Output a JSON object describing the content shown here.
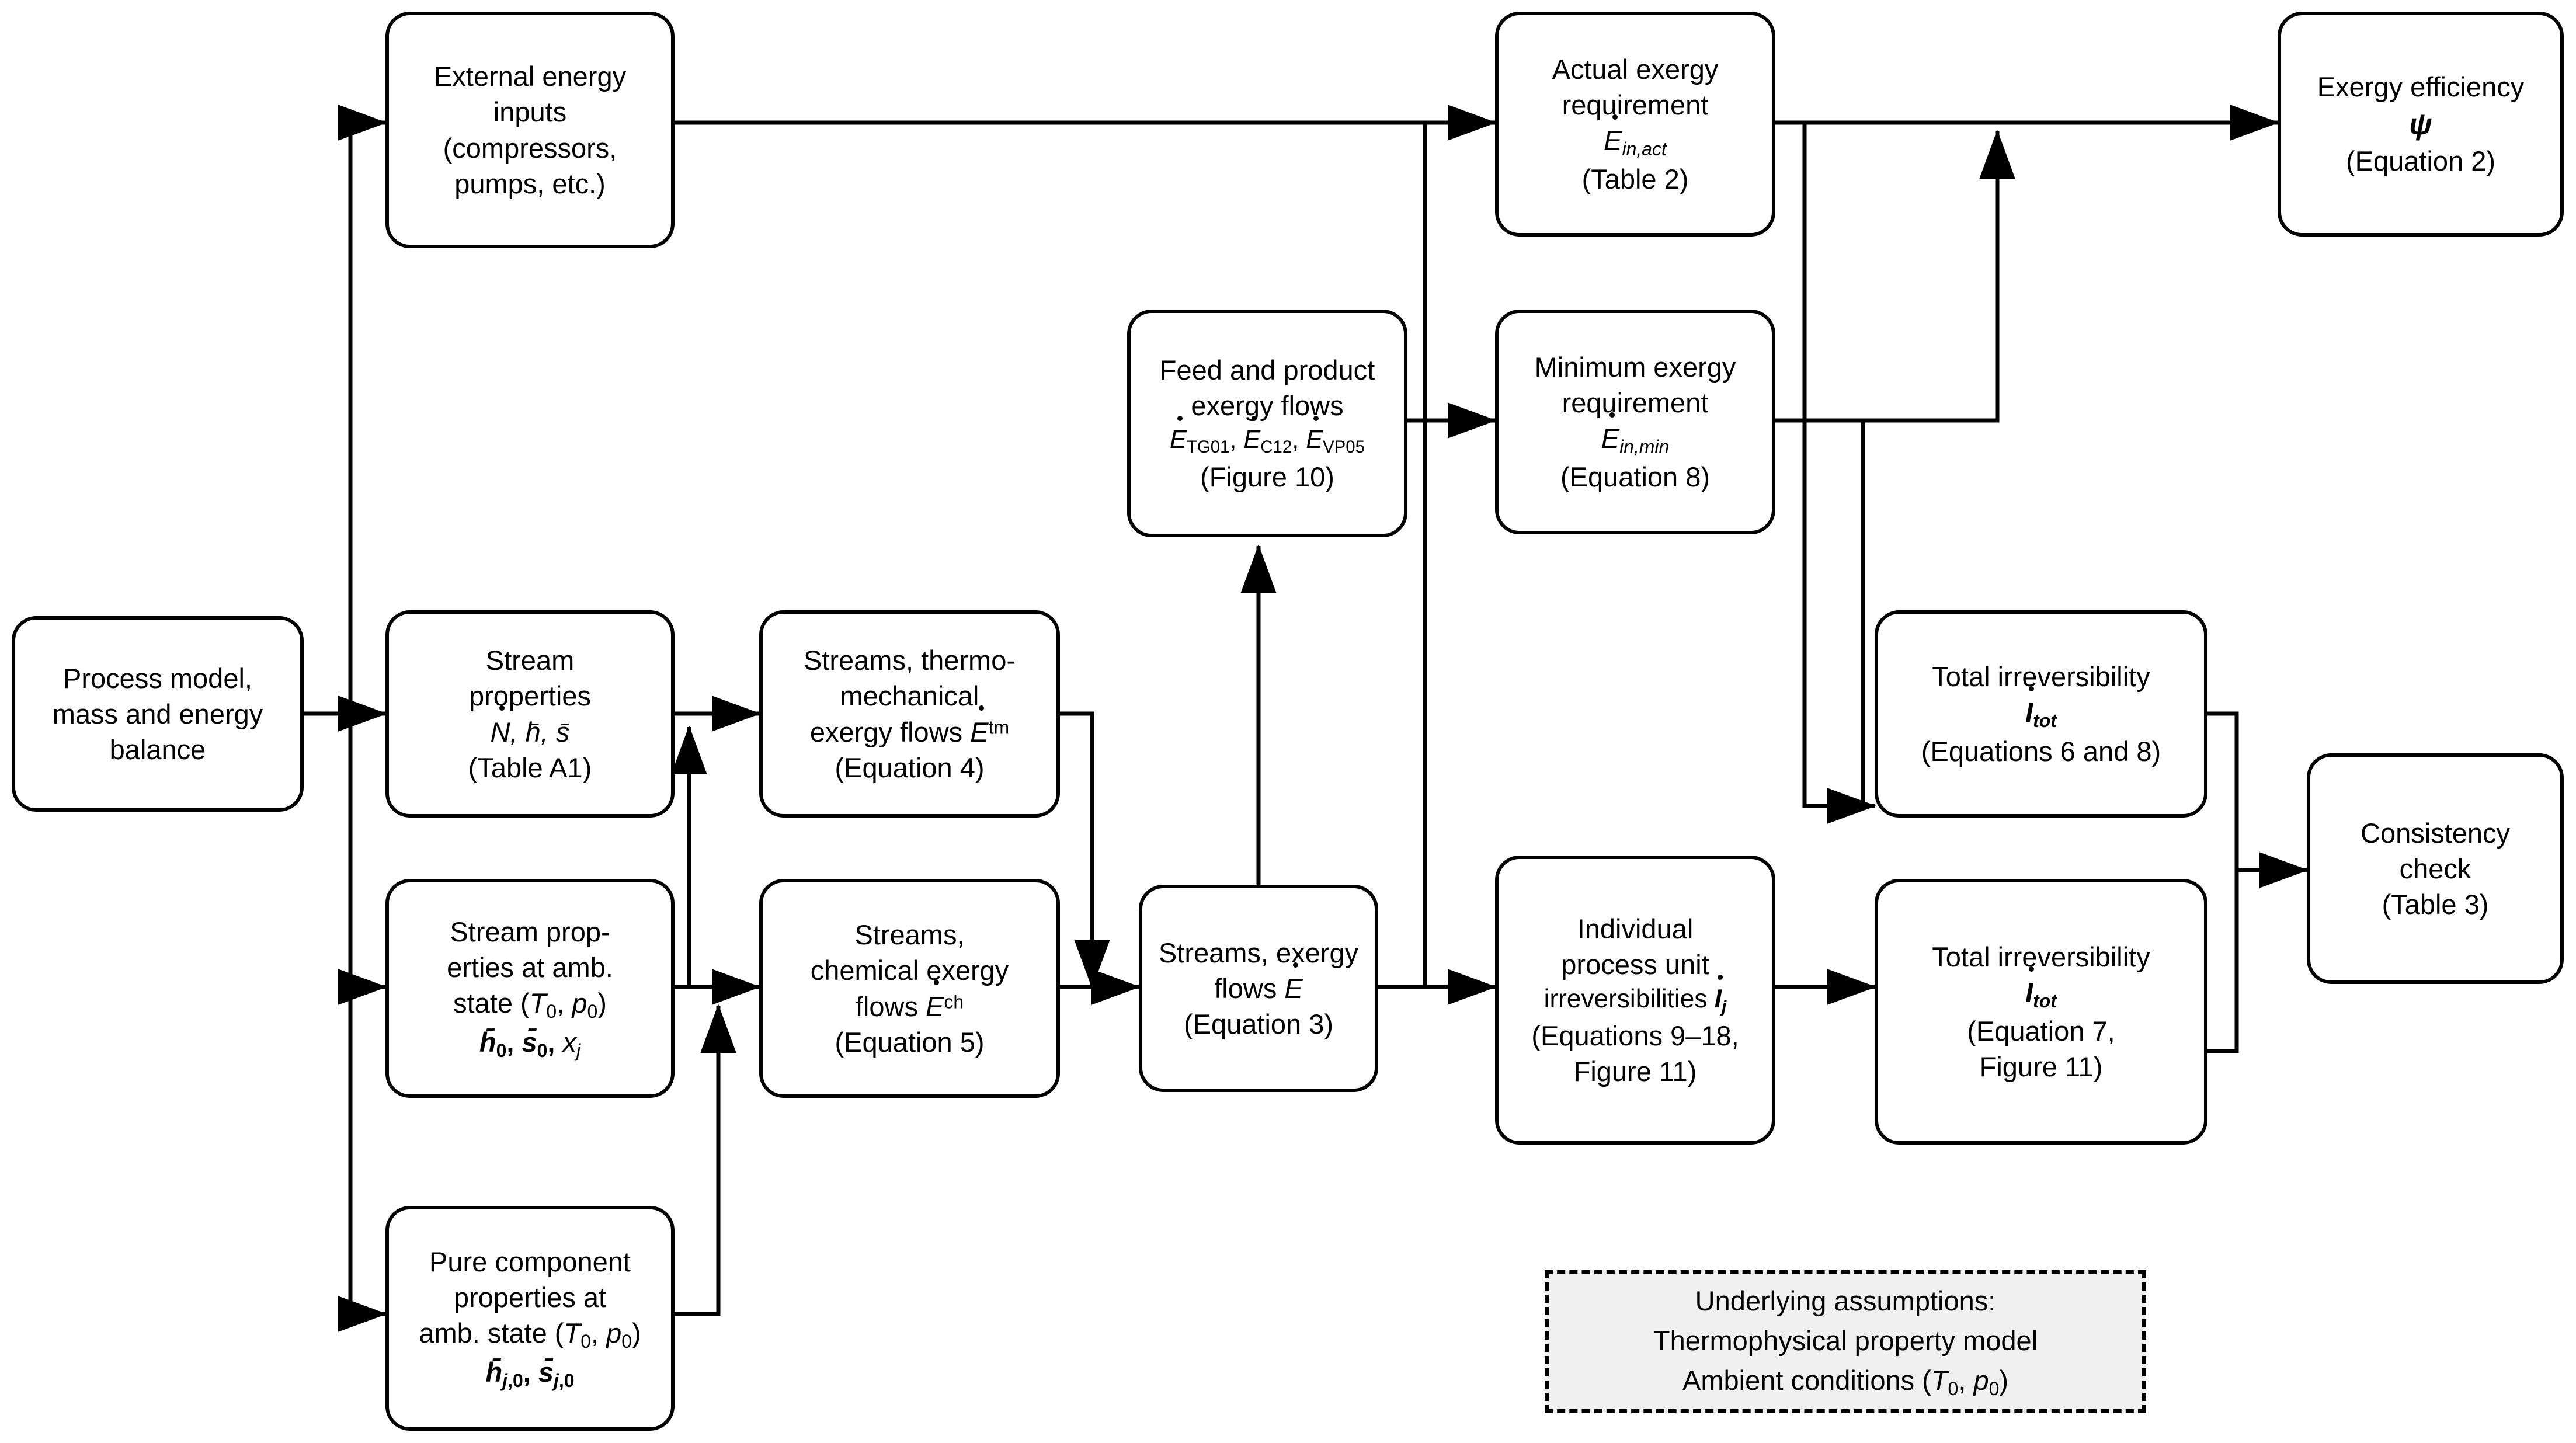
{
  "diagram": {
    "title": "Exergy analysis calculation workflow",
    "stroke_color": "#000000",
    "node_fill": "#ffffff",
    "assumption_fill": "#f0f0f0"
  },
  "nodes": {
    "process_model": {
      "name": "process-model",
      "lines": [
        "Process model,",
        "mass and energy",
        "balance"
      ]
    },
    "external_energy": {
      "name": "external-energy-inputs",
      "lines": [
        "External energy",
        "inputs",
        "(compressors,",
        "pumps, etc.)"
      ]
    },
    "stream_properties": {
      "name": "stream-properties",
      "lines": [
        "Stream",
        "properties",
        "Ṅ, h̄, s̄",
        "(Table A1)"
      ],
      "symbols": "Ṅ, h̄, s̄",
      "reference": "(Table A1)"
    },
    "stream_properties_amb": {
      "name": "stream-properties-ambient",
      "lines": [
        "Stream prop-",
        "erties at amb.",
        "state (T0, p0)",
        "h̄0, s̄0, xj"
      ],
      "reference": ""
    },
    "pure_component": {
      "name": "pure-component-properties",
      "lines": [
        "Pure component",
        "properties at",
        "amb. state (T0, p0)",
        "h̄j,0, s̄j,0"
      ]
    },
    "thermo_mech": {
      "name": "thermo-mechanical-exergy-flows",
      "lines": [
        "Streams, thermo-",
        "mechanical",
        "exergy flows Ėtm",
        "(Equation 4)"
      ],
      "reference": "(Equation 4)"
    },
    "chemical_exergy": {
      "name": "chemical-exergy-flows",
      "lines": [
        "Streams,",
        "chemical exergy",
        "flows Ėch",
        "(Equation 5)"
      ],
      "reference": "(Equation 5)"
    },
    "streams_exergy": {
      "name": "streams-exergy-flows",
      "lines": [
        "Streams, exergy",
        "flows Ė",
        "(Equation 3)"
      ],
      "reference": "(Equation 3)"
    },
    "feed_product": {
      "name": "feed-and-product-exergy-flows",
      "lines": [
        "Feed and product",
        "exergy flows",
        "ĖTG01, ĖC12, ĖVP05",
        "(Figure 10)"
      ],
      "reference": "(Figure 10)"
    },
    "actual_exergy": {
      "name": "actual-exergy-requirement",
      "lines": [
        "Actual exergy",
        "requirement",
        "Ėin,act",
        "(Table 2)"
      ],
      "reference": "(Table 2)"
    },
    "minimum_exergy": {
      "name": "minimum-exergy-requirement",
      "lines": [
        "Minimum exergy",
        "requirement",
        "Ėin,min",
        "(Equation 8)"
      ],
      "reference": "(Equation 8)"
    },
    "exergy_efficiency": {
      "name": "exergy-efficiency",
      "lines": [
        "Exergy efficiency",
        "ψ",
        "(Equation 2)"
      ],
      "symbol": "ψ",
      "reference": "(Equation 2)"
    },
    "individual_irrev": {
      "name": "individual-process-unit-irreversibilities",
      "lines": [
        "Individual",
        "process unit",
        "irreversibilities İj",
        "(Equations 9–18,",
        "Figure 11)"
      ],
      "reference": "(Equations 9–18, Figure 11)"
    },
    "total_irrev_68": {
      "name": "total-irreversibility-eq6-8",
      "lines": [
        "Total irreversibility",
        "İtot",
        "(Equations 6 and 8)"
      ],
      "reference": "(Equations 6 and 8)"
    },
    "total_irrev_7": {
      "name": "total-irreversibility-eq7",
      "lines": [
        "Total irreversibility",
        "İtot",
        "(Equation 7,",
        "Figure 11)"
      ],
      "reference": "(Equation 7, Figure 11)"
    },
    "consistency_check": {
      "name": "consistency-check",
      "lines": [
        "Consistency",
        "check",
        "(Table 3)"
      ],
      "reference": "(Table 3)"
    },
    "assumptions": {
      "name": "underlying-assumptions",
      "lines": [
        "Underlying assumptions:",
        "Thermophysical property model",
        "Ambient conditions (T0, p0)"
      ]
    }
  }
}
